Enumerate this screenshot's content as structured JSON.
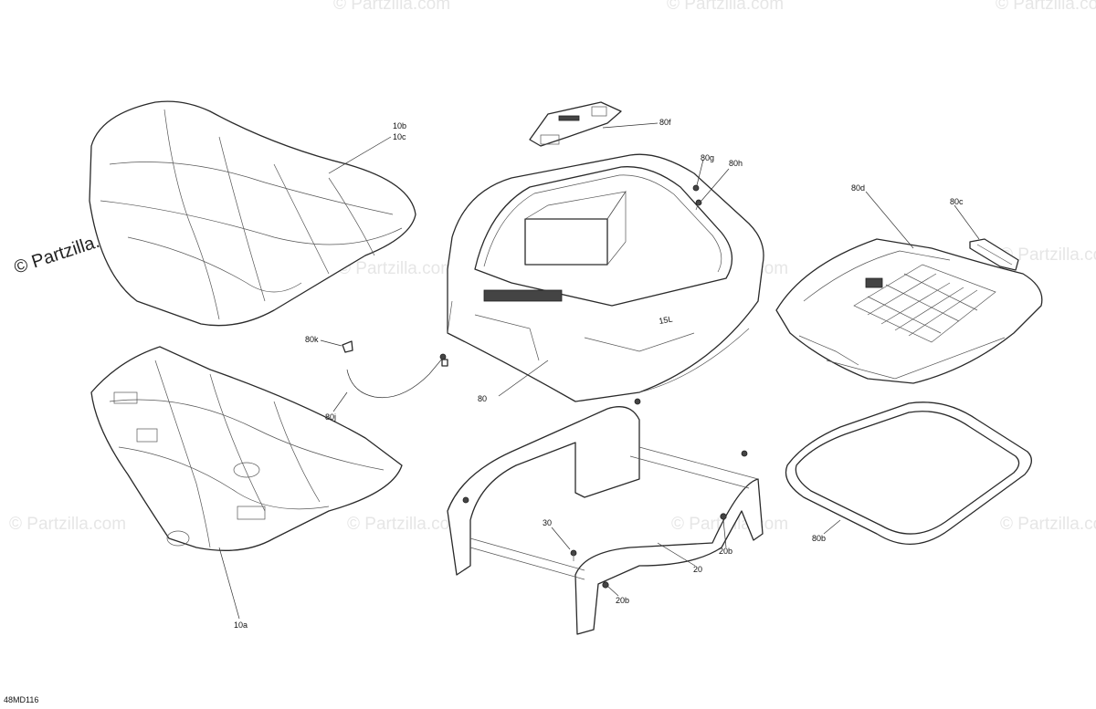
{
  "watermark": {
    "text": "© Partzilla.com",
    "faint_text": "© Partzilla.com"
  },
  "diagram_code": "48MD116",
  "callouts": {
    "c10b": "10b",
    "c10c": "10c",
    "c10a": "10a",
    "c80f": "80f",
    "c80g": "80g",
    "c80h": "80h",
    "c80d": "80d",
    "c80c": "80c",
    "c80k": "80k",
    "c80j": "80j",
    "c80": "80",
    "c80b": "80b",
    "c30": "30",
    "c20": "20",
    "c20b_upper": "20b",
    "c20b_lower": "20b"
  },
  "colors": {
    "line": "#2a2a2a",
    "watermark": "#e6e6e6"
  }
}
